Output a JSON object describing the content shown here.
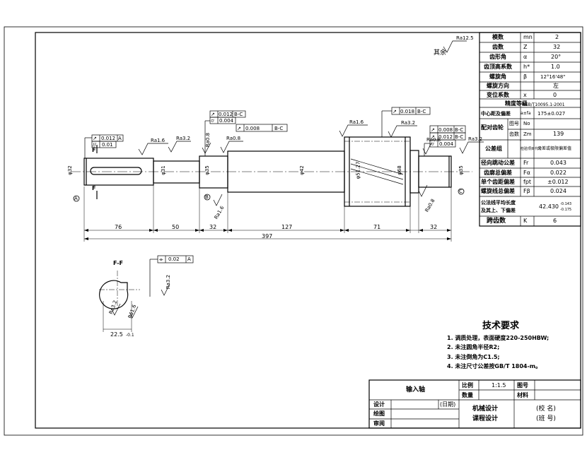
{
  "param_table": {
    "rows": [
      {
        "name": "模数",
        "sym": "mn",
        "val": "2"
      },
      {
        "name": "齿数",
        "sym": "Z",
        "val": "32"
      },
      {
        "name": "齿形角",
        "sym": "α",
        "val": "20°"
      },
      {
        "name": "齿顶高系数",
        "sym": "h*",
        "val": "1.0"
      },
      {
        "name": "螺旋角",
        "sym": "β",
        "val": "12°16'48\""
      },
      {
        "name": "螺旋方向",
        "sym": "",
        "val": "左"
      },
      {
        "name": "变位系数",
        "sym": "x",
        "val": "0"
      },
      {
        "name": "精度等级",
        "sym": "",
        "val": "8GB/T10095.1-2001"
      },
      {
        "name": "中心距及偏差",
        "sym": "a±fa",
        "val": "175±0.027"
      }
    ],
    "mesh_label": "配对齿轮",
    "mesh_rows": [
      {
        "name": "图号",
        "sym": "No",
        "val": ""
      },
      {
        "name": "齿数",
        "sym": "Zm",
        "val": "139"
      }
    ],
    "tol_group_label": "公差组",
    "tol_group_sub": "检验项目代号",
    "tol_group_val": "公差或极限偏差值",
    "tol_rows": [
      {
        "name": "径向跳动公差",
        "sym": "Fr",
        "val": "0.043"
      },
      {
        "name": "齿廓总偏差",
        "sym": "Fα",
        "val": "0.022"
      },
      {
        "name": "单个齿距偏差",
        "sym": "fpt",
        "val": "±0.012"
      },
      {
        "name": "螺旋线总偏差",
        "sym": "Fβ",
        "val": "0.024"
      }
    ],
    "wk_label_1": "公法线平均长度",
    "wk_label_2": "及其上、下偏差",
    "wk_val": "42.430",
    "wk_up": "-0.143",
    "wk_low": "-0.175",
    "span_label": "跨齿数",
    "span_sym": "K",
    "span_val": "6"
  },
  "roughness": {
    "others_label": "其余",
    "others": "Ra12.5",
    "r1": "Ra1.6",
    "r2": "Ra3.2",
    "r3": "Ra0.8",
    "r4": "Ra0.8",
    "r5": "Ra1.6",
    "r6": "Ra3.2",
    "r7": "Ra0.8",
    "r8": "Ra3.2",
    "r9": "Ra1.6",
    "r10": "Ra0.8",
    "r11": "Ra3.2",
    "r12": "Ra3.2"
  },
  "tolerance_frames": {
    "left_runout": "0.012",
    "left_runout_datum": "A",
    "left_parallel": "0.01",
    "mid_runout": "0.012",
    "mid_runout_datum": "B-C",
    "mid_cyl": "0.004",
    "shoulder_runout": "0.008",
    "shoulder_runout_datum": "B-C",
    "gear_runout": "0.018",
    "gear_runout_datum": "B-C",
    "right_runout_1": "0.008",
    "right_runout_1_datum": "B-C",
    "right_runout_2": "0.012",
    "right_runout_2_datum": "B-C",
    "right_cyl": "0.004",
    "section_sym": "0.02",
    "section_sym_datum": "A"
  },
  "datums": {
    "a": "A",
    "b": "B",
    "c": "C"
  },
  "section_mark": {
    "letter": "F"
  },
  "section_title": "F-F",
  "section_dim": "22.5",
  "section_dim_tol": "-0.1",
  "diameters": {
    "d1": "φ32",
    "d2": "φ31",
    "d3": "φ35",
    "d4": "φ42",
    "d5": "φ51.27",
    "d6": "φ68",
    "d7": "φ35"
  },
  "lengths": {
    "l1": "76",
    "l2": "50",
    "l3": "32",
    "l4": "127",
    "l5": "71",
    "l6": "32",
    "total": "397"
  },
  "tech": {
    "title": "技术要求",
    "items": [
      "1. 调质处理，表面硬度220-250HBW;",
      "2. 未注圆角半径R2;",
      "3. 未注倒角为C1.5;",
      "4. 未注尺寸公差按GB/T 1804-m。"
    ]
  },
  "title_block": {
    "part_name": "输入轴",
    "scale_label": "比例",
    "scale_val": "1:1.5",
    "drawing_no_label": "图号",
    "qty_label": "数量",
    "material_label": "材料",
    "design_label": "设计",
    "date_label": "(日期)",
    "draw_label": "绘图",
    "review_label": "审阅",
    "course_1": "机械设计",
    "course_2": "课程设计",
    "school": "(校 名)",
    "class_no": "(班 号)"
  }
}
